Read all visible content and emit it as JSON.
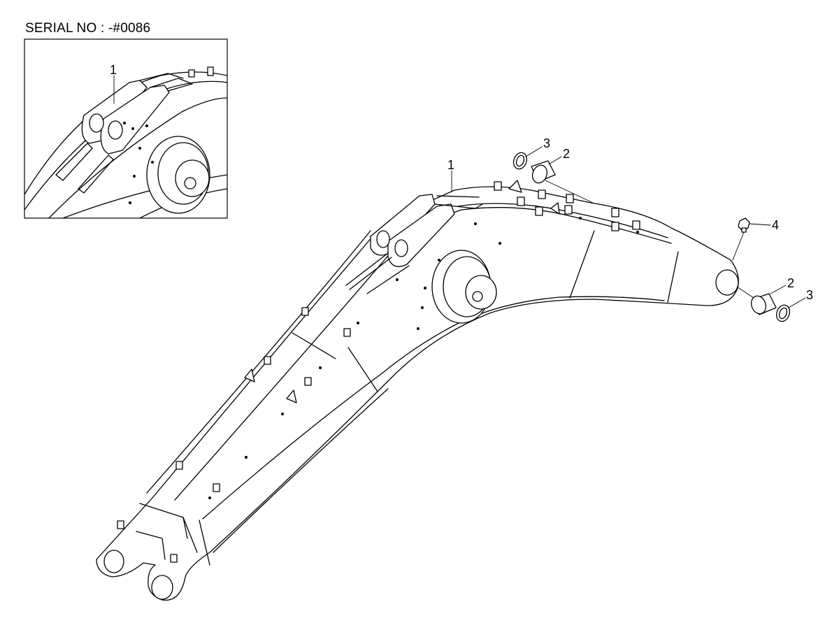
{
  "diagram": {
    "serial_label": "SERIAL NO : -#0086",
    "callouts": {
      "inset_part": "1",
      "main_boom": "1",
      "bushing_top": "2",
      "ring_top": "3",
      "grease_fitting": "4",
      "bushing_bottom": "2",
      "ring_bottom": "3"
    }
  }
}
